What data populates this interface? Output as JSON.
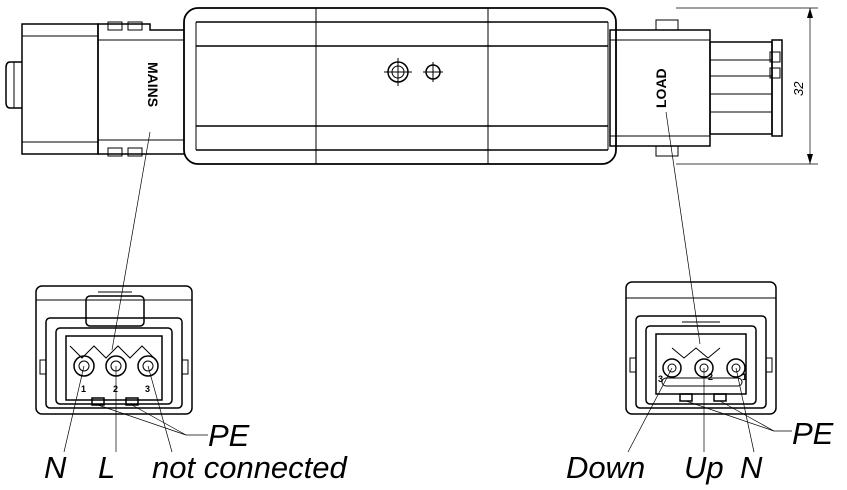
{
  "top_view": {
    "left_connector_label": "MAINS",
    "right_connector_label": "LOAD",
    "dimension_value": "32"
  },
  "mains_connector": {
    "pin_labels": [
      "1",
      "2",
      "3"
    ],
    "callouts": {
      "pe": "PE",
      "n": "N",
      "l": "L",
      "nc": "not connected"
    }
  },
  "load_connector": {
    "pin_labels": [
      "3",
      "2",
      "1"
    ],
    "callouts": {
      "pe": "PE",
      "down": "Down",
      "up": "Up",
      "n": "N"
    }
  }
}
